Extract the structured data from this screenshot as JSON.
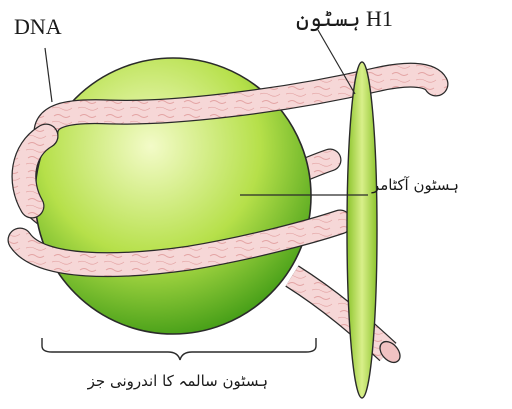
{
  "labels": {
    "dna": "DNA",
    "h1": "ہسٹون H1",
    "histone_octamer": "ہسٹون آکٹامر",
    "histone_core": "ہسٹون سالمہ کا اندرونی جز"
  },
  "colors": {
    "sphere_light": "#f3fbc8",
    "sphere_mid": "#b6e04a",
    "sphere_dark": "#3e9a14",
    "dna_fill": "#f6d7d7",
    "dna_texture": "#e3a3a3",
    "h1_light": "#d9ef8a",
    "h1_dark": "#8cc42c",
    "outline": "#2a2a2a"
  },
  "icons": {
    "sphere": "histone-core-sphere",
    "dna": "dna-strand",
    "h1": "linker-histone-disc"
  }
}
